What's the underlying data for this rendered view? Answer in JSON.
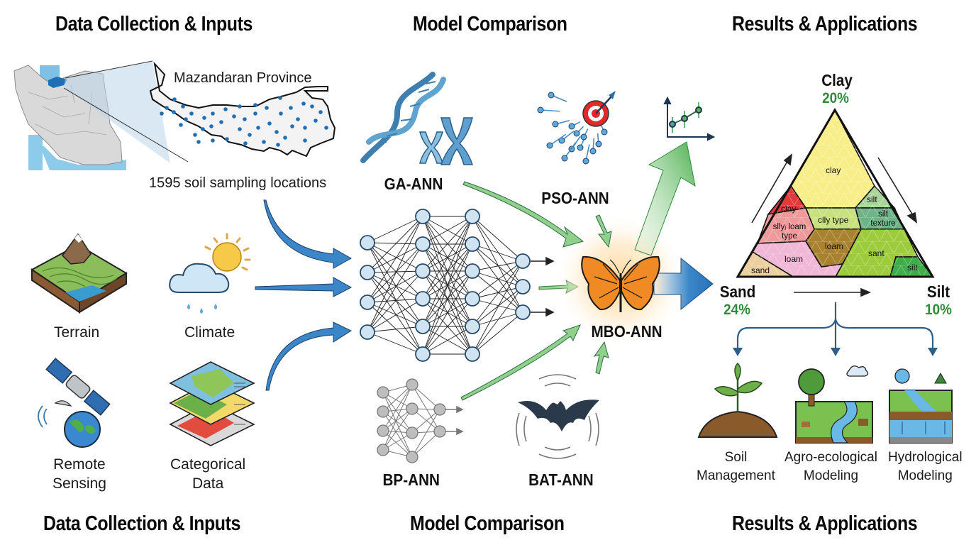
{
  "headers": {
    "top": [
      "Data Collection & Inputs",
      "Model Comparison",
      "Results & Applications"
    ],
    "bottom": [
      "Data Collection & Inputs",
      "Model Comparison",
      "Results & Applications"
    ]
  },
  "data_collection": {
    "map_title": "Mazandaran Province",
    "map_caption": "1595 soil sampling locations",
    "inputs": [
      {
        "label": "Terrain",
        "icon": "terrain-icon"
      },
      {
        "label": "Climate",
        "icon": "climate-icon"
      },
      {
        "label": "Remote\nSensing",
        "label_lines": [
          "Remote",
          "Sensing"
        ],
        "icon": "satellite-icon"
      },
      {
        "label": "Categorical\nData",
        "label_lines": [
          "Categorical",
          "Data"
        ],
        "icon": "map-layers-icon"
      }
    ]
  },
  "models": {
    "ga": "GA-ANN",
    "pso": "PSO-ANN",
    "mbo": "MBO-ANN",
    "bp": "BP-ANN",
    "bat": "BAT-ANN"
  },
  "texture_triangle": {
    "vertices": {
      "top": {
        "name": "Clay",
        "value": "20%"
      },
      "left": {
        "name": "Sand",
        "value": "24%"
      },
      "right": {
        "name": "Silt",
        "value": "10%"
      }
    },
    "regions": [
      {
        "label": "clay",
        "color": "#f7ee8a"
      },
      {
        "label": "silt",
        "color": "#a9d49a"
      },
      {
        "label": "clay",
        "color": "#e13a3a"
      },
      {
        "label": "clly type",
        "color": "#c9e07e"
      },
      {
        "label": "silt texture",
        "color": "#6fb487"
      },
      {
        "label": "sllyⱼ loam type",
        "color": "#ef9a9a"
      },
      {
        "label": "loam",
        "color": "#a8822f"
      },
      {
        "label": "sant",
        "color": "#9ccc3c"
      },
      {
        "label": "loam",
        "color": "#f0b7d6"
      },
      {
        "label": "sand",
        "color": "#eccf9e"
      },
      {
        "label": "silt",
        "color": "#3fae4a"
      }
    ]
  },
  "applications": [
    {
      "lines": [
        "Soil",
        "Management"
      ],
      "icon": "plant-soil-icon"
    },
    {
      "lines": [
        "Agro-ecological",
        "Modeling"
      ],
      "icon": "landscape-icon"
    },
    {
      "lines": [
        "Hydrological",
        "Modeling"
      ],
      "icon": "hydrology-icon"
    }
  ],
  "colors": {
    "blue_arrow": "#3a86c8",
    "green_arrow": "#5cb85c",
    "pct_green": "#2e8b3a",
    "node_fill": "#cfe3f1",
    "dark": "#1f3550"
  }
}
